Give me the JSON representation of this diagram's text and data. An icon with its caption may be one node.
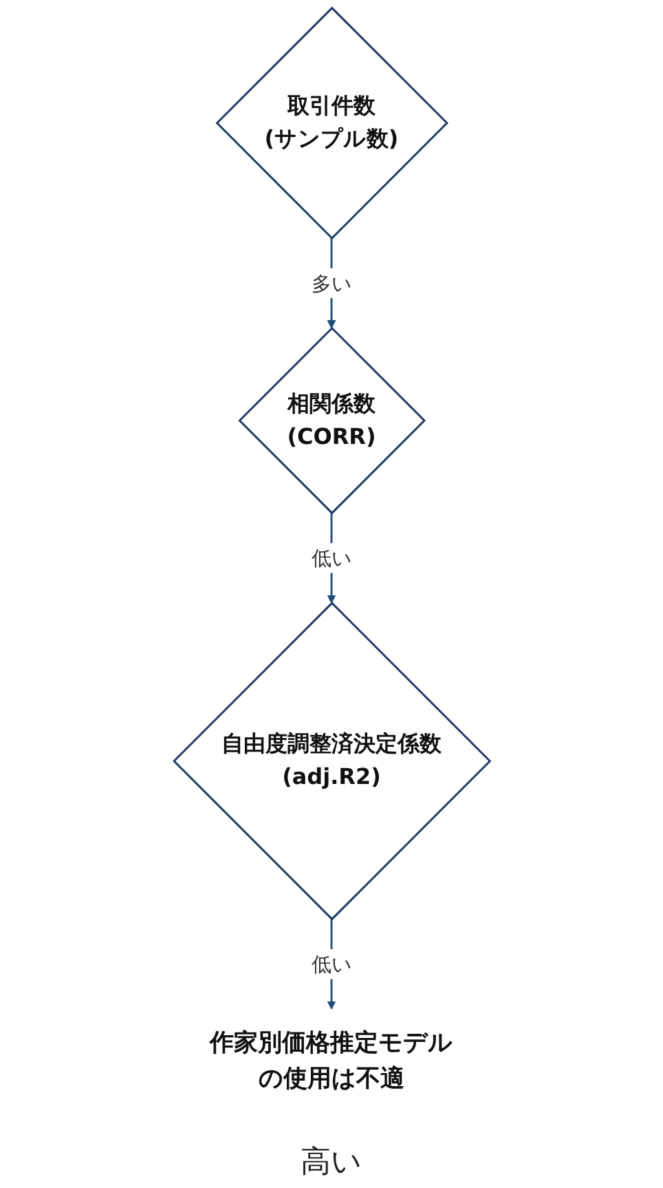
{
  "diagram": {
    "nodes": [
      {
        "text": [
          "取引件数",
          "(サンプル数)"
        ]
      },
      {
        "text": [
          "相関係数",
          "(CORR)"
        ]
      },
      {
        "text": [
          "自由度調整済決定係数",
          "(adj.R2)"
        ]
      },
      {
        "text": [
          "作家別価格推定モデルの使用は不適"
        ]
      }
    ],
    "edges": [
      {
        "from": 0,
        "to": 1,
        "arrow": "to",
        "label": "多い"
      },
      {
        "from": 1,
        "to": 2,
        "arrow": "to",
        "label": "低い"
      },
      {
        "from": 2,
        "to": 3,
        "arrow": "to",
        "label": "低い"
      }
    ],
    "labels": [
      "高い"
    ]
  }
}
